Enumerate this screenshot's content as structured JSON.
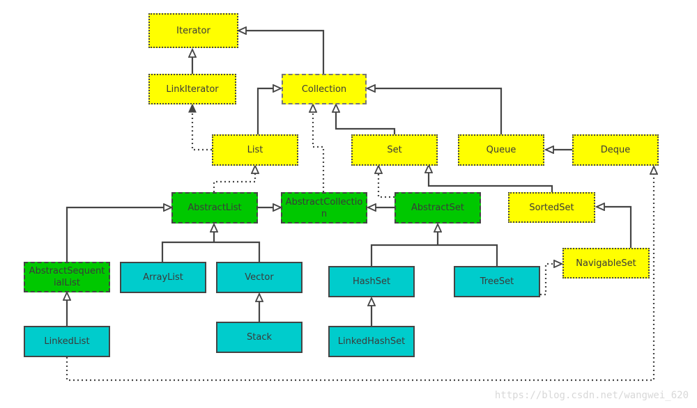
{
  "diagram": {
    "title": "Java Collection Framework class hierarchy",
    "colors": {
      "interface": "#ffff00",
      "abstract_class": "#00c800",
      "concrete_class": "#00cccc",
      "line": "#444444"
    },
    "nodes": {
      "iterator": {
        "label": "Iterator",
        "kind": "interface"
      },
      "linkiterator": {
        "label": "LinkIterator",
        "kind": "interface"
      },
      "collection": {
        "label": "Collection",
        "kind": "interface"
      },
      "list": {
        "label": "List",
        "kind": "interface"
      },
      "set": {
        "label": "Set",
        "kind": "interface"
      },
      "queue": {
        "label": "Queue",
        "kind": "interface"
      },
      "deque": {
        "label": "Deque",
        "kind": "interface"
      },
      "sortedset": {
        "label": "SortedSet",
        "kind": "interface"
      },
      "navigableset": {
        "label": "NavigableSet",
        "kind": "interface"
      },
      "abstractlist": {
        "label": "AbstractList",
        "kind": "abstract"
      },
      "abstractcollection": {
        "label": "AbstractCollection",
        "kind": "abstract"
      },
      "abstractset": {
        "label": "AbstractSet",
        "kind": "abstract"
      },
      "abstractsequentiallist": {
        "label": "AbstractSequentialList",
        "kind": "abstract"
      },
      "arraylist": {
        "label": "ArrayList",
        "kind": "concrete"
      },
      "vector": {
        "label": "Vector",
        "kind": "concrete"
      },
      "stack": {
        "label": "Stack",
        "kind": "concrete"
      },
      "linkedlist": {
        "label": "LinkedList",
        "kind": "concrete"
      },
      "hashset": {
        "label": "HashSet",
        "kind": "concrete"
      },
      "treeset": {
        "label": "TreeSet",
        "kind": "concrete"
      },
      "linkedhashset": {
        "label": "LinkedHashSet",
        "kind": "concrete"
      }
    },
    "edges": [
      {
        "from": "collection",
        "to": "iterator",
        "type": "extends"
      },
      {
        "from": "linkiterator",
        "to": "iterator",
        "type": "extends"
      },
      {
        "from": "list",
        "to": "linkiterator",
        "type": "uses"
      },
      {
        "from": "list",
        "to": "collection",
        "type": "extends"
      },
      {
        "from": "set",
        "to": "collection",
        "type": "extends"
      },
      {
        "from": "queue",
        "to": "collection",
        "type": "extends"
      },
      {
        "from": "deque",
        "to": "queue",
        "type": "extends"
      },
      {
        "from": "abstractcollection",
        "to": "collection",
        "type": "implements"
      },
      {
        "from": "abstractlist",
        "to": "list",
        "type": "implements"
      },
      {
        "from": "abstractlist",
        "to": "abstractcollection",
        "type": "extends"
      },
      {
        "from": "abstractset",
        "to": "abstractcollection",
        "type": "extends"
      },
      {
        "from": "abstractset",
        "to": "set",
        "type": "implements"
      },
      {
        "from": "sortedset",
        "to": "set",
        "type": "extends"
      },
      {
        "from": "navigableset",
        "to": "sortedset",
        "type": "extends"
      },
      {
        "from": "abstractsequentiallist",
        "to": "abstractlist",
        "type": "extends"
      },
      {
        "from": "arraylist",
        "to": "abstractlist",
        "type": "extends"
      },
      {
        "from": "vector",
        "to": "abstractlist",
        "type": "extends"
      },
      {
        "from": "stack",
        "to": "vector",
        "type": "extends"
      },
      {
        "from": "linkedlist",
        "to": "abstractsequentiallist",
        "type": "extends"
      },
      {
        "from": "linkedlist",
        "to": "deque",
        "type": "implements"
      },
      {
        "from": "hashset",
        "to": "abstractset",
        "type": "extends"
      },
      {
        "from": "treeset",
        "to": "abstractset",
        "type": "extends"
      },
      {
        "from": "treeset",
        "to": "navigableset",
        "type": "implements"
      },
      {
        "from": "linkedhashset",
        "to": "hashset",
        "type": "extends"
      }
    ]
  },
  "watermark": "https://blog.csdn.net/wangwei_620"
}
